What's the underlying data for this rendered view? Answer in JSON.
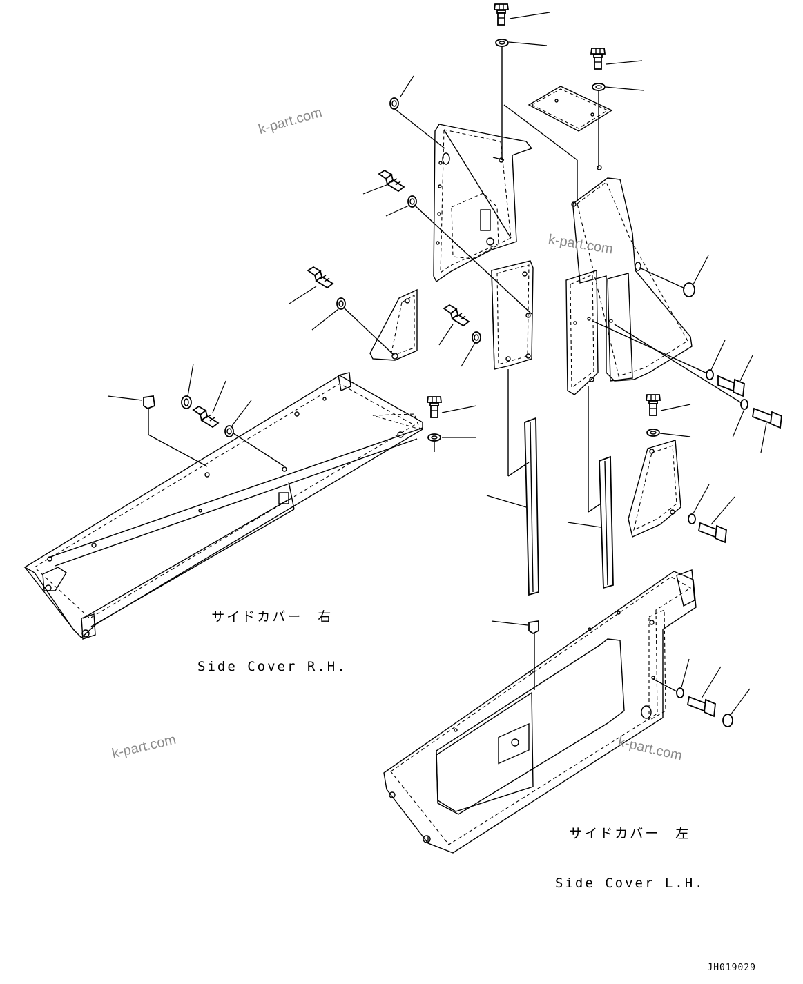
{
  "labels": {
    "side_cover_rh_jp": "サイドカバー　右",
    "side_cover_rh_en": "Side Cover R.H.",
    "side_cover_lh_jp": "サイドカバー　左",
    "side_cover_lh_en": "Side Cover L.H."
  },
  "watermark": "k-part.com",
  "drawing_id": "JH019029",
  "colors": {
    "line": "#000000",
    "watermark": "#8a8a8a",
    "background": "#ffffff"
  }
}
